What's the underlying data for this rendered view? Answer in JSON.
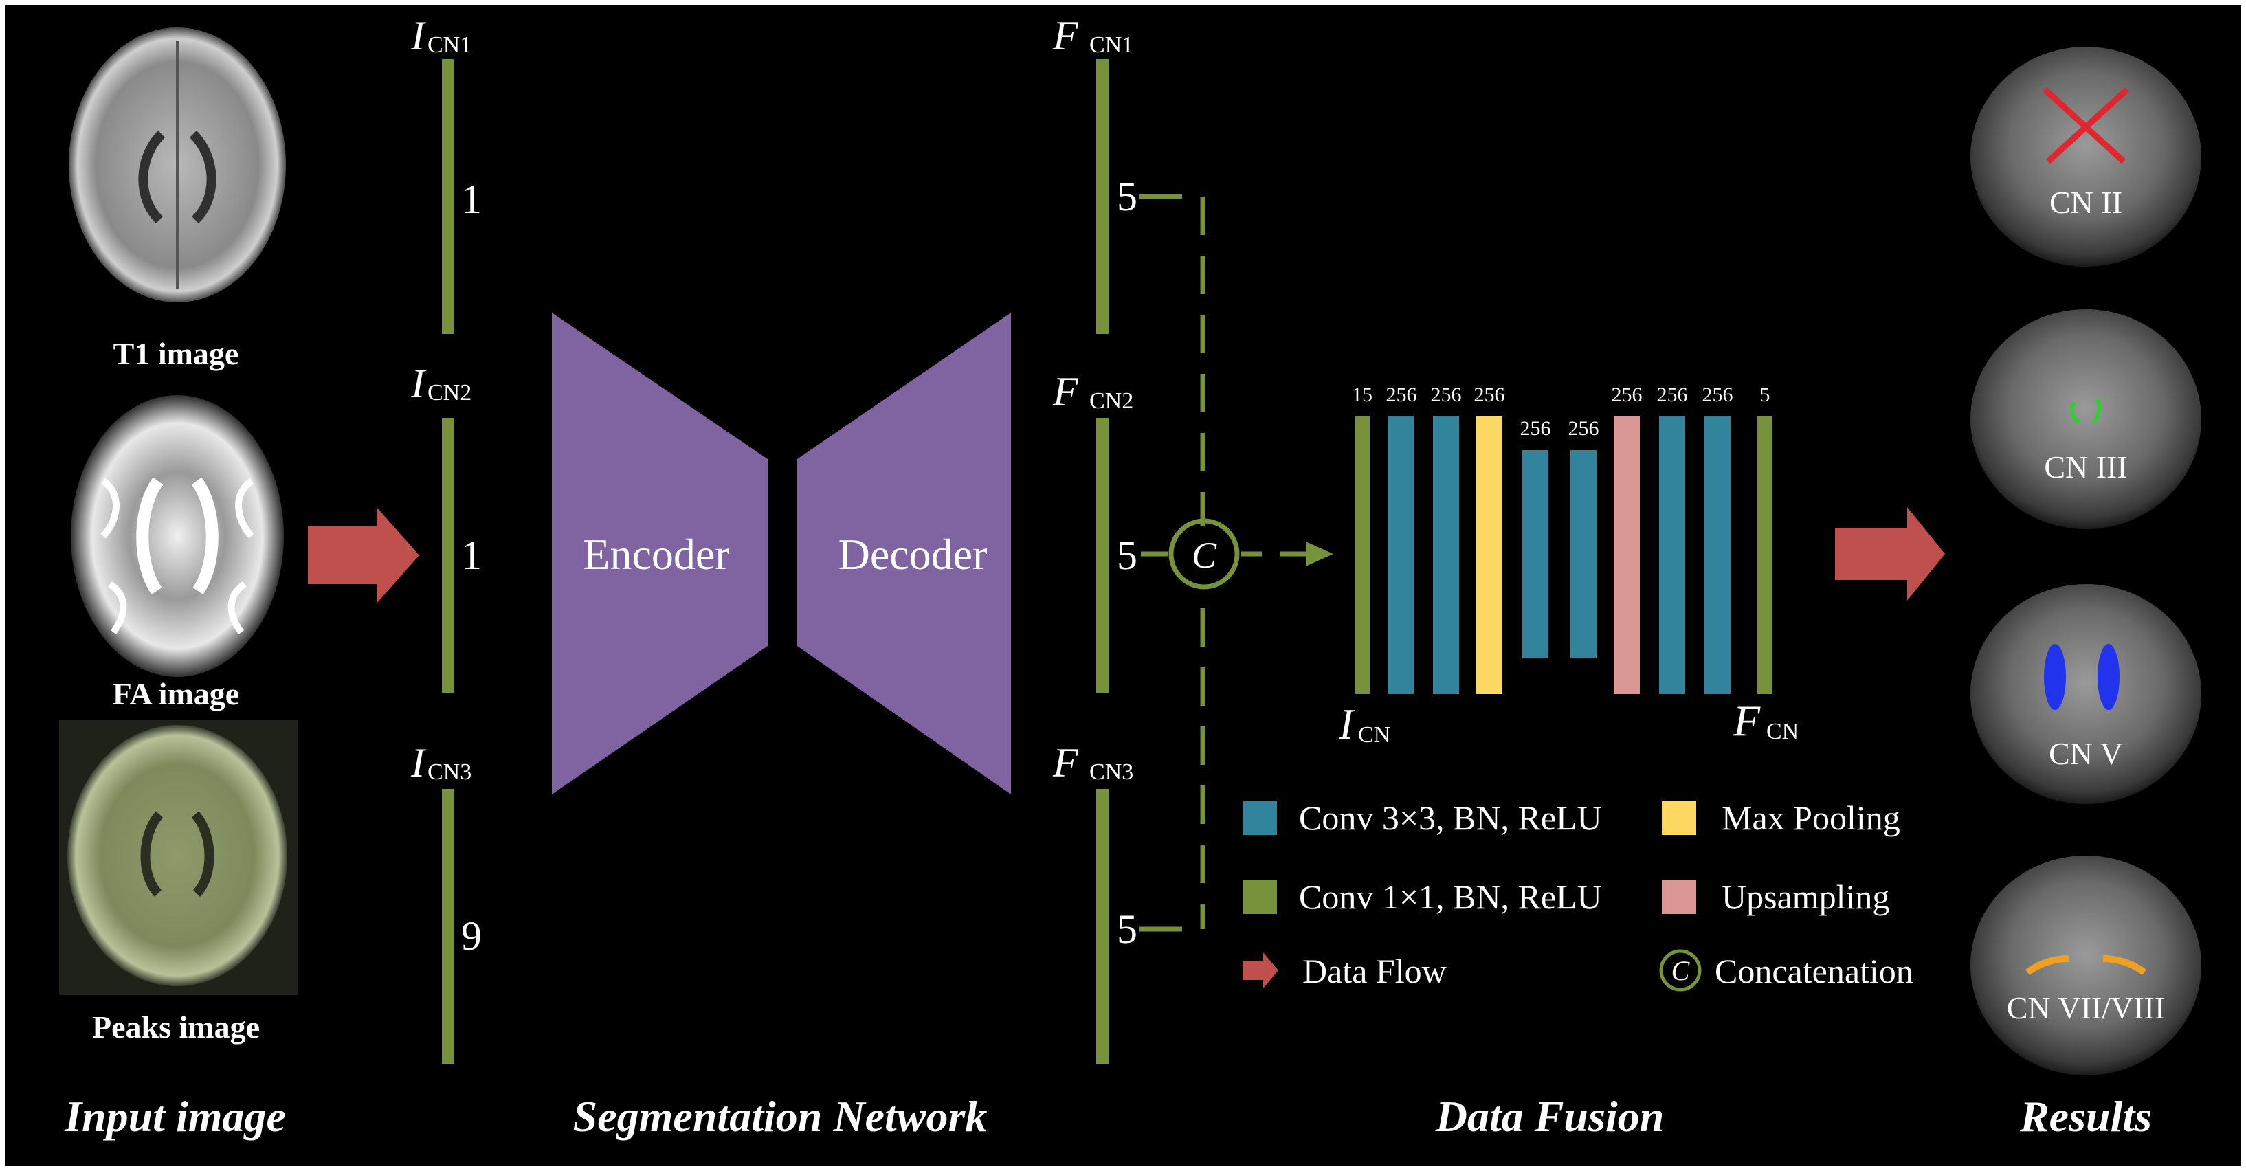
{
  "colors": {
    "background": "#000000",
    "green": "#77923b",
    "teal": "#31849b",
    "yellow": "#fdd964",
    "pink": "#d99694",
    "purple": "#8064a2",
    "red_arrow": "#c0504d",
    "text": "#ffffff"
  },
  "input_images": [
    {
      "label": "T1 image",
      "icon": "t1-brain-mri"
    },
    {
      "label": "FA image",
      "icon": "fa-brain-map"
    },
    {
      "label": "Peaks image",
      "icon": "peaks-brain-map"
    }
  ],
  "inputs": [
    {
      "symbol": "I",
      "subscript": "CN1",
      "channels": "1"
    },
    {
      "symbol": "I",
      "subscript": "CN2",
      "channels": "1"
    },
    {
      "symbol": "I",
      "subscript": "CN3",
      "channels": "9"
    }
  ],
  "network": {
    "encoder": "Encoder",
    "decoder": "Decoder"
  },
  "features": [
    {
      "symbol": "F",
      "subscript": "CN1",
      "channels": "5"
    },
    {
      "symbol": "F",
      "subscript": "CN2",
      "channels": "5"
    },
    {
      "symbol": "F",
      "subscript": "CN3",
      "channels": "5"
    }
  ],
  "concat_symbol": "C",
  "fusion": {
    "layers": [
      {
        "channels": "15",
        "kind": "conv1x1"
      },
      {
        "channels": "256",
        "kind": "conv3x3"
      },
      {
        "channels": "256",
        "kind": "conv3x3"
      },
      {
        "channels": "256",
        "kind": "maxpool"
      },
      {
        "channels": "256",
        "kind": "conv3x3"
      },
      {
        "channels": "256",
        "kind": "conv3x3"
      },
      {
        "channels": "256",
        "kind": "upsample"
      },
      {
        "channels": "256",
        "kind": "conv3x3"
      },
      {
        "channels": "256",
        "kind": "conv3x3"
      },
      {
        "channels": "5",
        "kind": "conv1x1"
      }
    ],
    "input_label": {
      "symbol": "I",
      "subscript": "CN"
    },
    "output_label": {
      "symbol": "F",
      "subscript": "CN"
    }
  },
  "legend": {
    "conv3x3": "Conv 3×3, BN, ReLU",
    "conv1x1": "Conv 1×1, BN, ReLU",
    "data_flow": "Data Flow",
    "maxpool": "Max Pooling",
    "upsample": "Upsampling",
    "concat": "Concatenation"
  },
  "results": [
    {
      "label": "CN II",
      "color": "#e0262e"
    },
    {
      "label": "CN III",
      "color": "#33cc33"
    },
    {
      "label": "CN V",
      "color": "#2233ee"
    },
    {
      "label": "CN VII/VIII",
      "color": "#f0a020"
    }
  ],
  "sections": {
    "input": "Input image",
    "segmentation": "Segmentation Network",
    "fusion": "Data Fusion",
    "results": "Results"
  }
}
